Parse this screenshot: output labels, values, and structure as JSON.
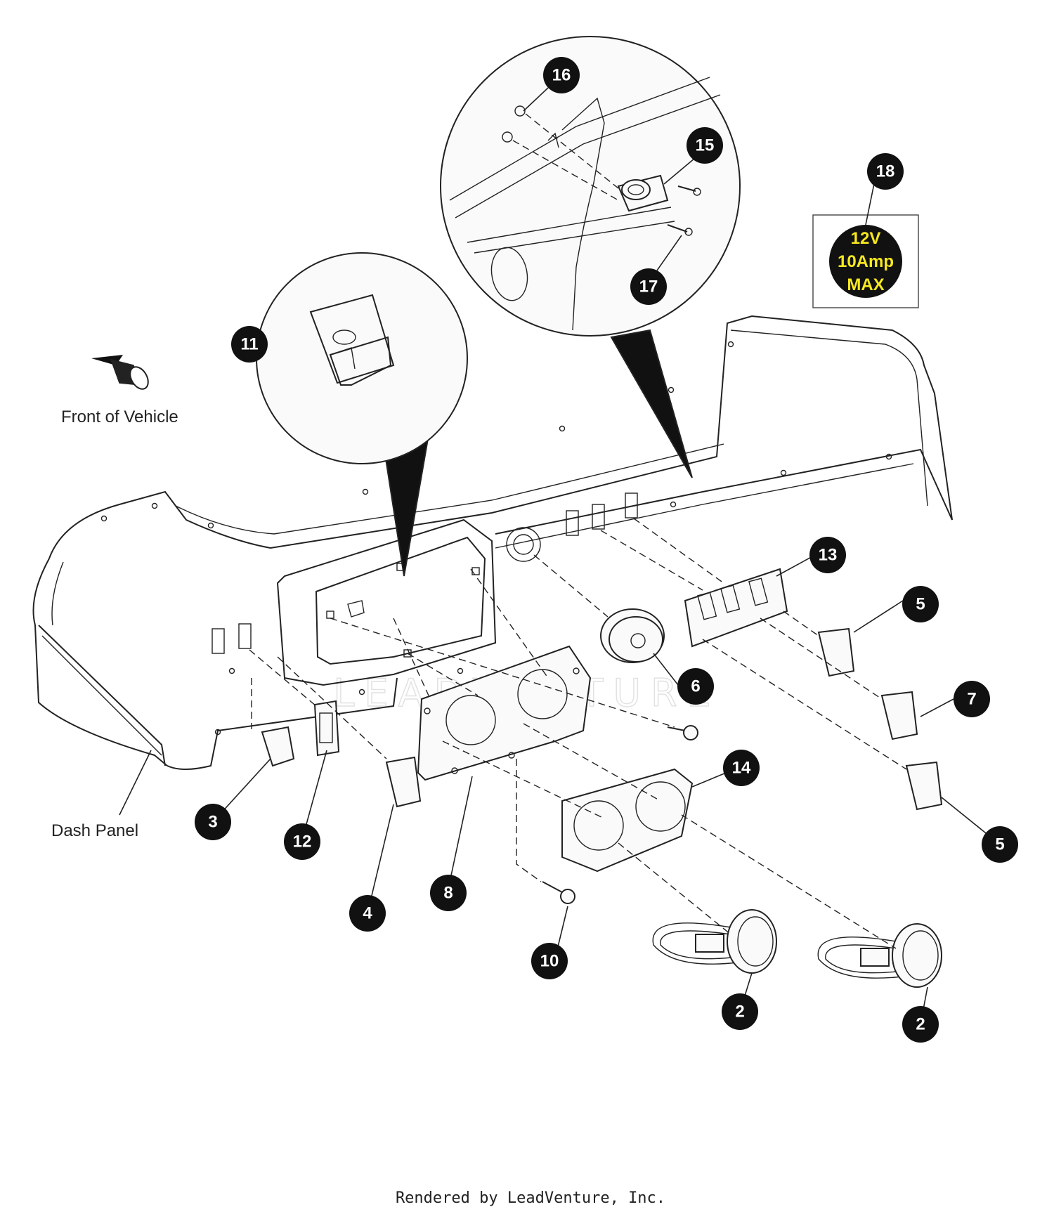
{
  "labels": {
    "front_of_vehicle": "Front of Vehicle",
    "dash_panel": "Dash Panel",
    "footer": "Rendered by LeadVenture, Inc.",
    "watermark": "LEADVENTURE"
  },
  "badge": {
    "line1": "12V",
    "line2": "10Amp",
    "line3": "MAX",
    "text_color": "#f7e81e",
    "bg_color": "#111111"
  },
  "callouts": {
    "c2a": "2",
    "c2b": "2",
    "c3": "3",
    "c4": "4",
    "c5a": "5",
    "c5b": "5",
    "c6": "6",
    "c7": "7",
    "c8": "8",
    "c10": "10",
    "c11": "11",
    "c12": "12",
    "c13": "13",
    "c14": "14",
    "c15": "15",
    "c16": "16",
    "c17": "17",
    "c18": "18"
  }
}
